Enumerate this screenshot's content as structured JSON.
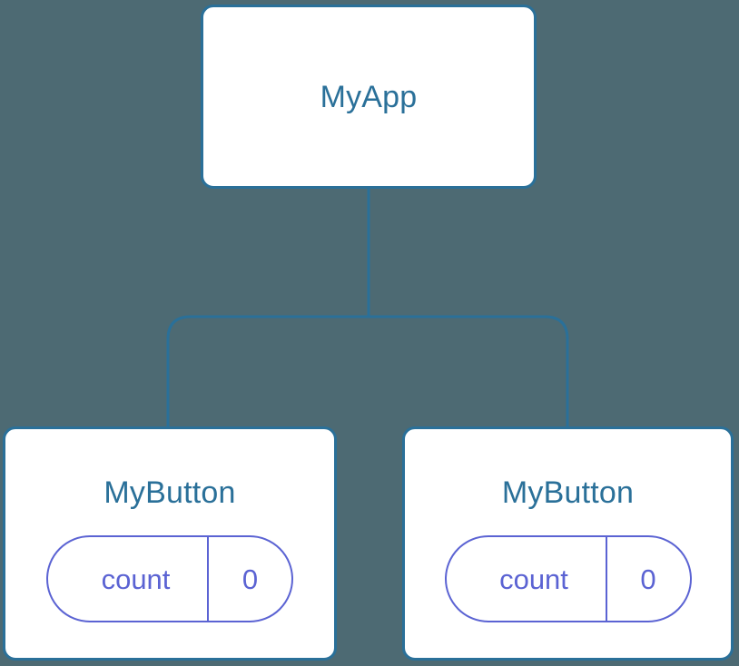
{
  "diagram": {
    "type": "component-tree",
    "background_color": "#4d6a73",
    "node_border_color": "#2a7099",
    "node_label_color": "#2a7099",
    "node_fill_color": "#ffffff",
    "state_accent_color": "#5b63d3",
    "edge_color": "#2a7099"
  },
  "root": {
    "label": "MyApp"
  },
  "children": [
    {
      "label": "MyButton",
      "state": {
        "key": "count",
        "value": "0"
      }
    },
    {
      "label": "MyButton",
      "state": {
        "key": "count",
        "value": "0"
      }
    }
  ]
}
